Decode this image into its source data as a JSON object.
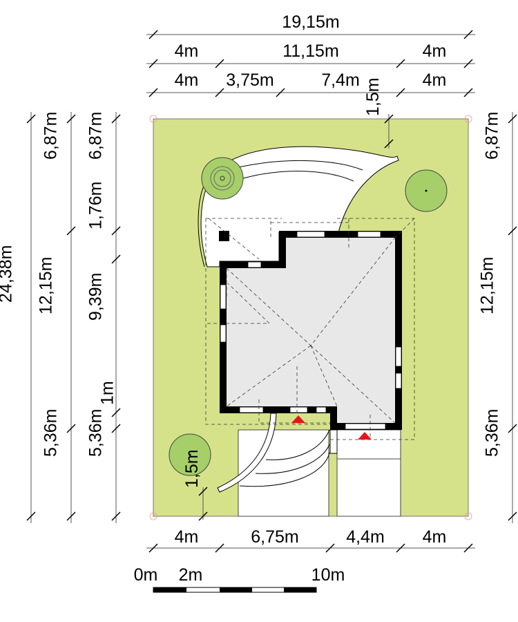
{
  "colors": {
    "lot": "#d5e28a",
    "tree": "#a6cf6a",
    "house_floor": "#e8e8e8",
    "wall": "#000000",
    "entrance_marker": "#e8141c"
  },
  "top_dimensions": {
    "overall": "19,15m",
    "row2": [
      "4m",
      "11,15m",
      "4m"
    ],
    "row3": [
      "4m",
      "3,75m",
      "7,4m",
      "4m"
    ]
  },
  "bottom_dimensions": [
    "4m",
    "6,75m",
    "4,4m",
    "4m"
  ],
  "left_dimensions": {
    "overall": "24,38m",
    "col2": [
      "6,87m",
      "12,15m",
      "5,36m"
    ],
    "col3": [
      "6,87m",
      "1,76m",
      "9,39m",
      "1m",
      "5,36m"
    ]
  },
  "right_dimensions": [
    "6,87m",
    "12,15m",
    "5,36m"
  ],
  "path_width_labels": [
    "1,5m",
    "1,5m"
  ],
  "scale_bar": {
    "labels": [
      "0m",
      "2m",
      "10m"
    ]
  }
}
